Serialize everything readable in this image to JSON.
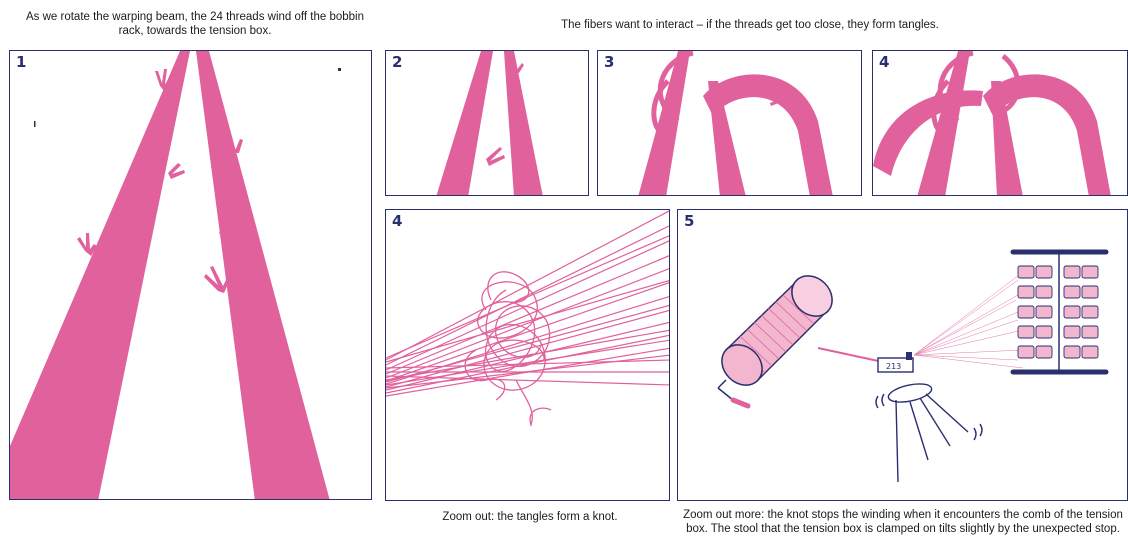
{
  "captions": {
    "top_left": "As we rotate the warping beam, the 24 threads wind off the bobbin rack, towards the tension box.",
    "top_right": "The fibers want to interact – if the threads get too close, they form tangles.",
    "bottom_middle": "Zoom out: the tangles form a knot.",
    "bottom_right": "Zoom out more: the knot stops the winding when it encounters the comb of the tension box. The stool that the tension box is clamped on tilts slightly by the unexpected stop."
  },
  "panels": [
    {
      "label": "1"
    },
    {
      "label": "2"
    },
    {
      "label": "3"
    },
    {
      "label": "4"
    },
    {
      "label": "4"
    },
    {
      "label": "5"
    }
  ],
  "tension_box_label": "213",
  "colors": {
    "thread": "#e0619c",
    "thread_light": "#f2b6cf",
    "outline": "#2a2f6e"
  }
}
